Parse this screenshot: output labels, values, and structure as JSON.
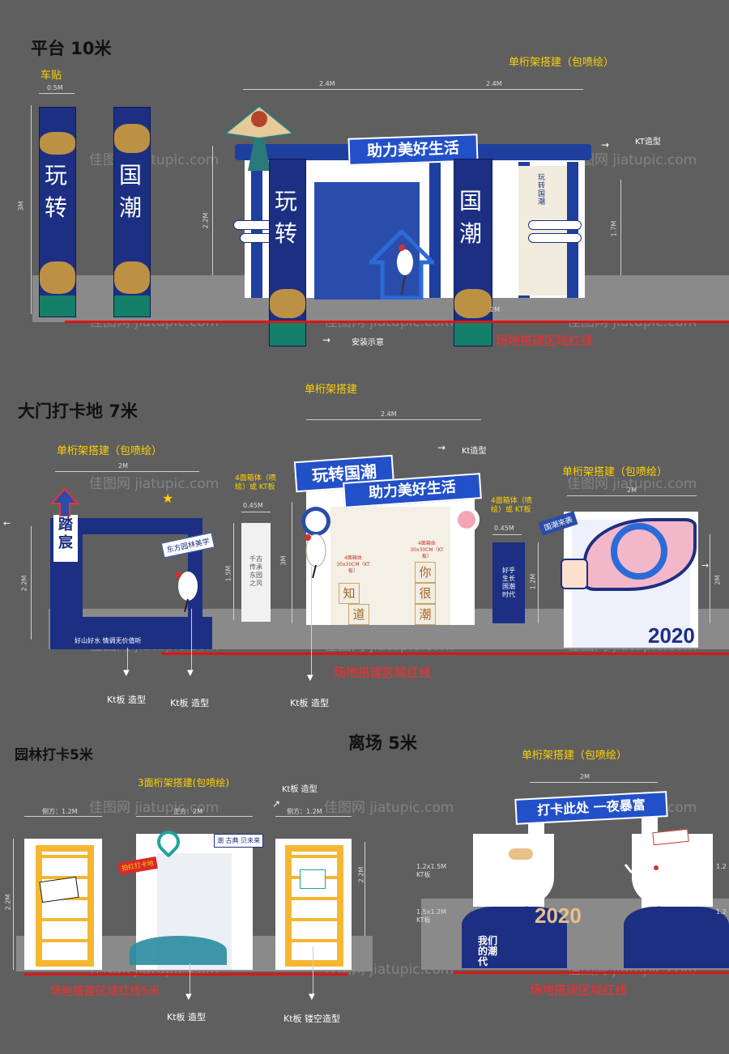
{
  "section1": {
    "title": "平台 10米",
    "car_sticker": "车贴",
    "truss": "单桁架搭建（包喷绘）",
    "banner": "助力美好生活",
    "kt_shape": "KT造型",
    "install": "安装示意",
    "redline": "场地搭建区域红线",
    "dims": {
      "w05": "0.5M",
      "h3": "3M",
      "w24a": "2.4M",
      "w24b": "2.4M",
      "h22": "2.2M",
      "h17": "1.7M",
      "m2": "2M"
    },
    "pillar_left": "玩转",
    "pillar_right": "国潮",
    "sign_text": "玩转国潮"
  },
  "section2": {
    "title": "大门打卡地  7米",
    "truss_top": "单桁架搭建",
    "truss_left": "单桁架搭建（包喷绘）",
    "truss_right": "单桁架搭建（包喷绘）",
    "banner1": "玩转国潮",
    "banner2": "助力美好生活",
    "kt_shape": "Kt造型",
    "box4_left": "4面箱体（喷绘）或  KT板",
    "box4_right": "4面箱体（喷绘）或  KT板",
    "left_sign": "踏宸",
    "tag": "东方园林美学",
    "skyline_text": "好山好水  情调无价值听",
    "tower1": "千古传承  东园之风",
    "tower2": "好乎生长  国潮时代",
    "eye_tag": "国潮来袭",
    "year": "2020",
    "boxes_left": [
      "知",
      "道"
    ],
    "boxes_right": [
      "你",
      "很",
      "潮"
    ],
    "box_note": "4面箱体  30x30CM（KT板）",
    "redline": "场地搭建区域红线",
    "kt1": "Kt板 造型",
    "kt2": "Kt板 造型",
    "kt3": "Kt板 造型",
    "dims": {
      "w24": "2.4M",
      "w2a": "2M",
      "w2b": "2M",
      "h22": "2.2M",
      "h3": "3M",
      "h15": "1.5M",
      "h12": "1.2M",
      "w045a": "0.45M",
      "w045b": "0.45M",
      "h2": "2M"
    }
  },
  "section3": {
    "title": "园林打卡5米",
    "truss": "3面桁架搭建(包喷绘)",
    "kt_top": "Kt板 造型",
    "kt_bottom1": "Kt板 造型",
    "kt_bottom2": "Kt板 镂空造型",
    "redline": "场地搭建区域红线5米",
    "tag_left": "拍红打卡地",
    "tag_right": "潮 古典 贝未来",
    "dims": {
      "side1": "侧方：1.2M",
      "front": "正方：2M",
      "side2": "侧方：1.2M",
      "h22a": "2.2M",
      "h22b": "2.2M"
    }
  },
  "section4": {
    "title": "离场  5米",
    "truss": "单桁架搭建（包喷绘）",
    "banner": "打卡此处  一夜暴富",
    "kt1": "1.2x1.5M KT板",
    "kt2": "1.5x1.2M KT板",
    "year": "2020",
    "slogan": "我们的潮代",
    "redline": "场地搭建区域红线",
    "dims": {
      "w2": "2M",
      "r1": "1.2",
      "r2": "1.2"
    }
  },
  "watermark": "佳图网 jiatupic.com"
}
